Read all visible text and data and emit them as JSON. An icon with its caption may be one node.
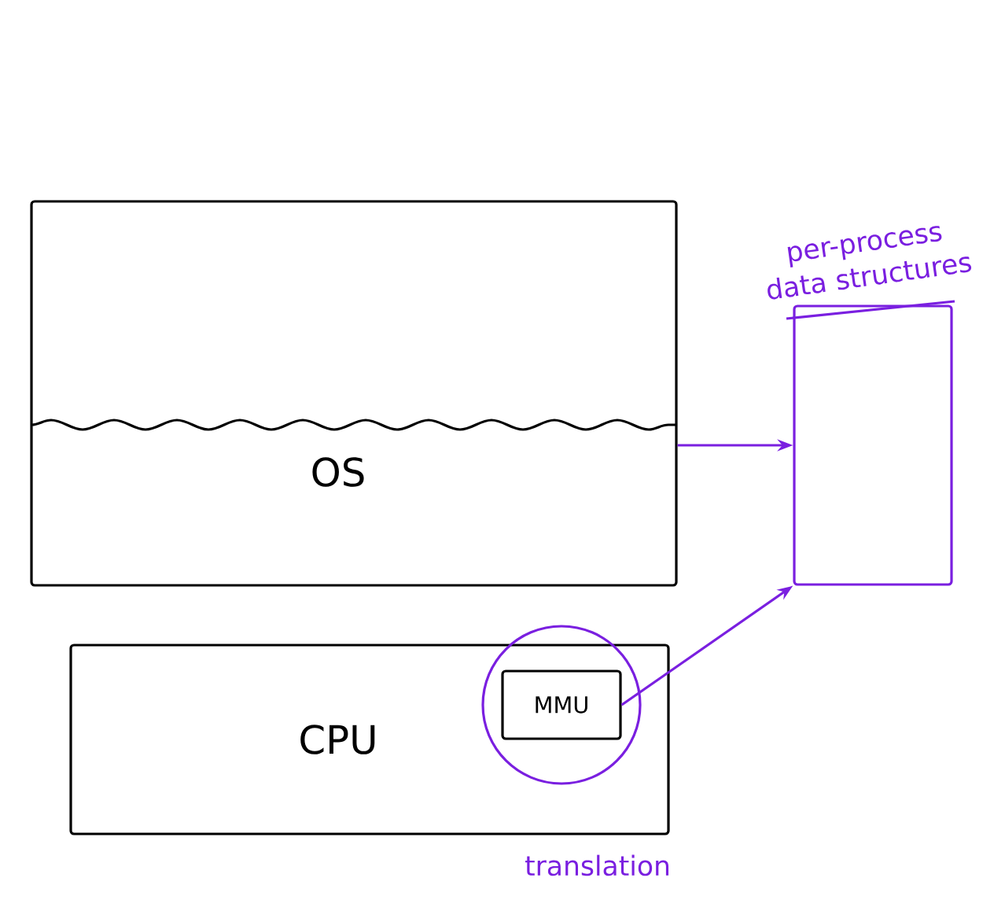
{
  "diagram": {
    "nodes": [
      {
        "text": [
          "OS"
        ]
      },
      {
        "text": [
          "per-process data structures"
        ]
      },
      {
        "text": [
          "CPU"
        ]
      },
      {
        "text": [
          "MMU"
        ],
        "in": 2
      }
    ],
    "edges": [
      {
        "from": 0,
        "to": 1,
        "arrow": "to"
      },
      {
        "from": 3,
        "to": 1,
        "arrow": "to"
      }
    ],
    "labels": [
      "translation"
    ]
  }
}
